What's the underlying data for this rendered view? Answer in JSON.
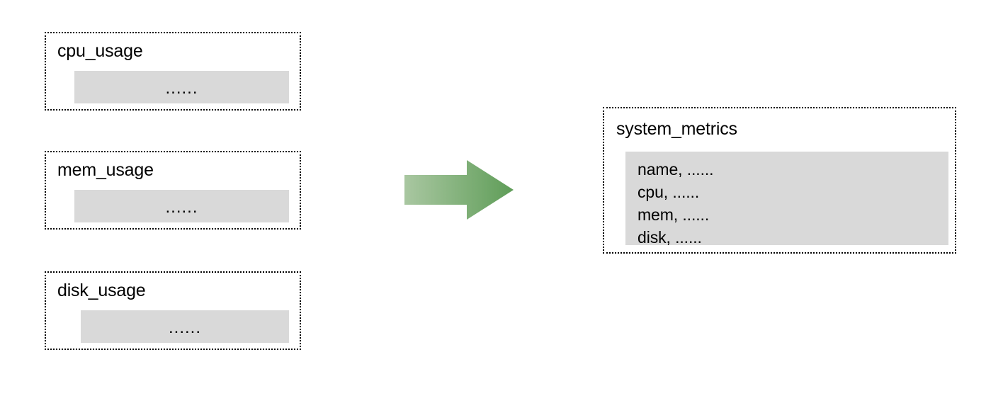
{
  "diagram": {
    "type": "flow",
    "background": "#ffffff",
    "palette": {
      "box_border": "#000000",
      "panel_fill": "#d9d9d9",
      "arrow_gradient_start": "#a9c7a1",
      "arrow_gradient_end": "#5f9d58",
      "text": "#000000"
    },
    "sources": [
      {
        "title": "cpu_usage",
        "body": "......"
      },
      {
        "title": "mem_usage",
        "body": "......"
      },
      {
        "title": "disk_usage",
        "body": "......"
      }
    ],
    "arrow": {
      "icon": "right-arrow-icon",
      "direction": "right"
    },
    "target": {
      "title": "system_metrics",
      "lines": [
        "name, ......",
        "cpu, ......",
        "mem, ......",
        "disk, ......"
      ]
    }
  }
}
